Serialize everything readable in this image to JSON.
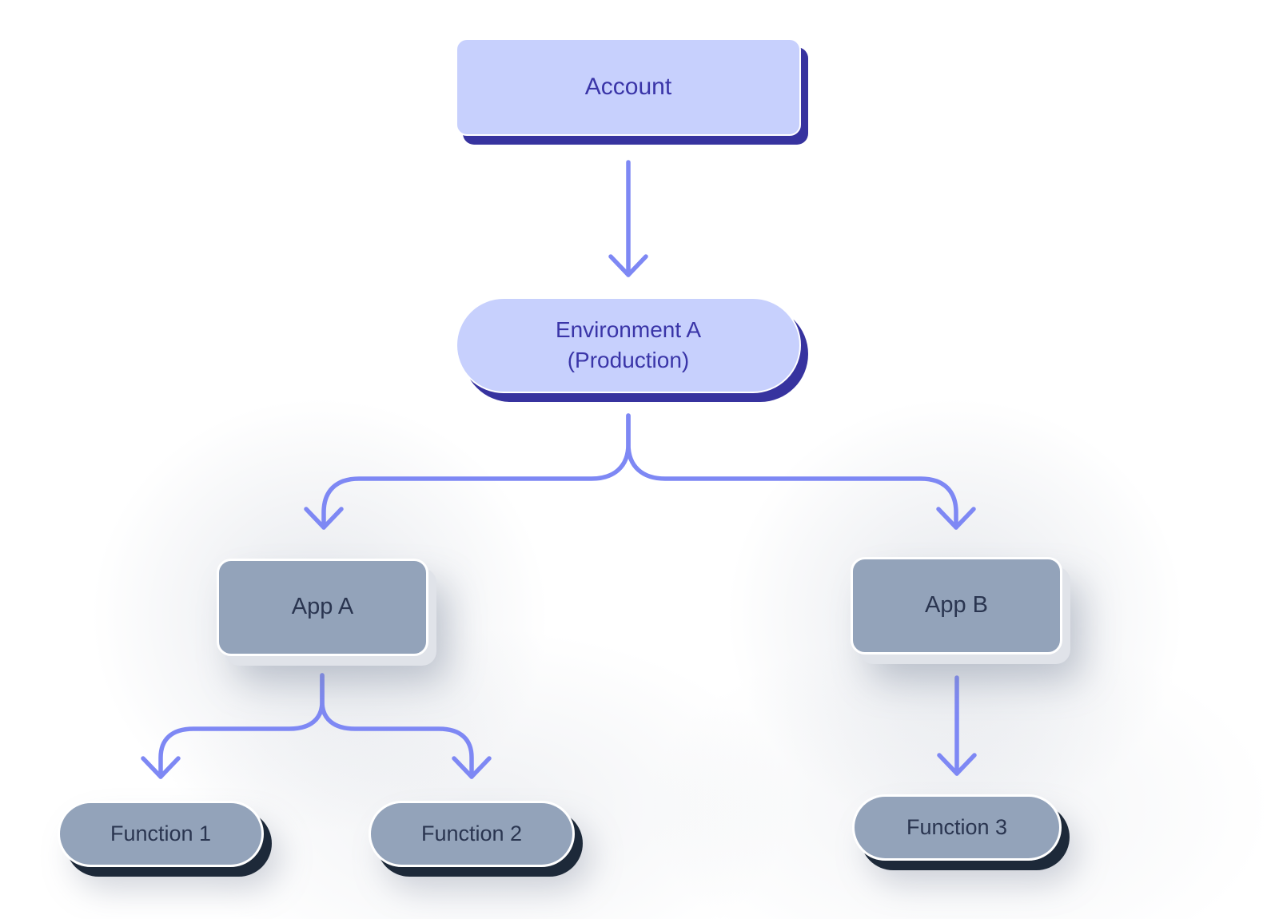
{
  "diagram": {
    "nodes": {
      "account": {
        "label": "Account"
      },
      "environment": {
        "label": "Environment A",
        "sublabel": "(Production)"
      },
      "app_a": {
        "label": "App A"
      },
      "app_b": {
        "label": "App B"
      },
      "function_1": {
        "label": "Function 1"
      },
      "function_2": {
        "label": "Function 2"
      },
      "function_3": {
        "label": "Function 3"
      }
    },
    "edges": [
      {
        "from": "account",
        "to": "environment"
      },
      {
        "from": "environment",
        "to": "app_a"
      },
      {
        "from": "environment",
        "to": "app_b"
      },
      {
        "from": "app_a",
        "to": "function_1"
      },
      {
        "from": "app_a",
        "to": "function_2"
      },
      {
        "from": "app_b",
        "to": "function_3"
      }
    ],
    "colors": {
      "lavender_fill": "#c7d0fd",
      "indigo_text": "#3a35a8",
      "indigo_shadow": "#37339f",
      "slate_fill": "#93a3ba",
      "navy_text": "#2a3550",
      "navy_shadow": "#1d2939",
      "light_shadow": "#e0e3e9",
      "arrow": "#7e88f4",
      "background": "#ffffff"
    }
  }
}
